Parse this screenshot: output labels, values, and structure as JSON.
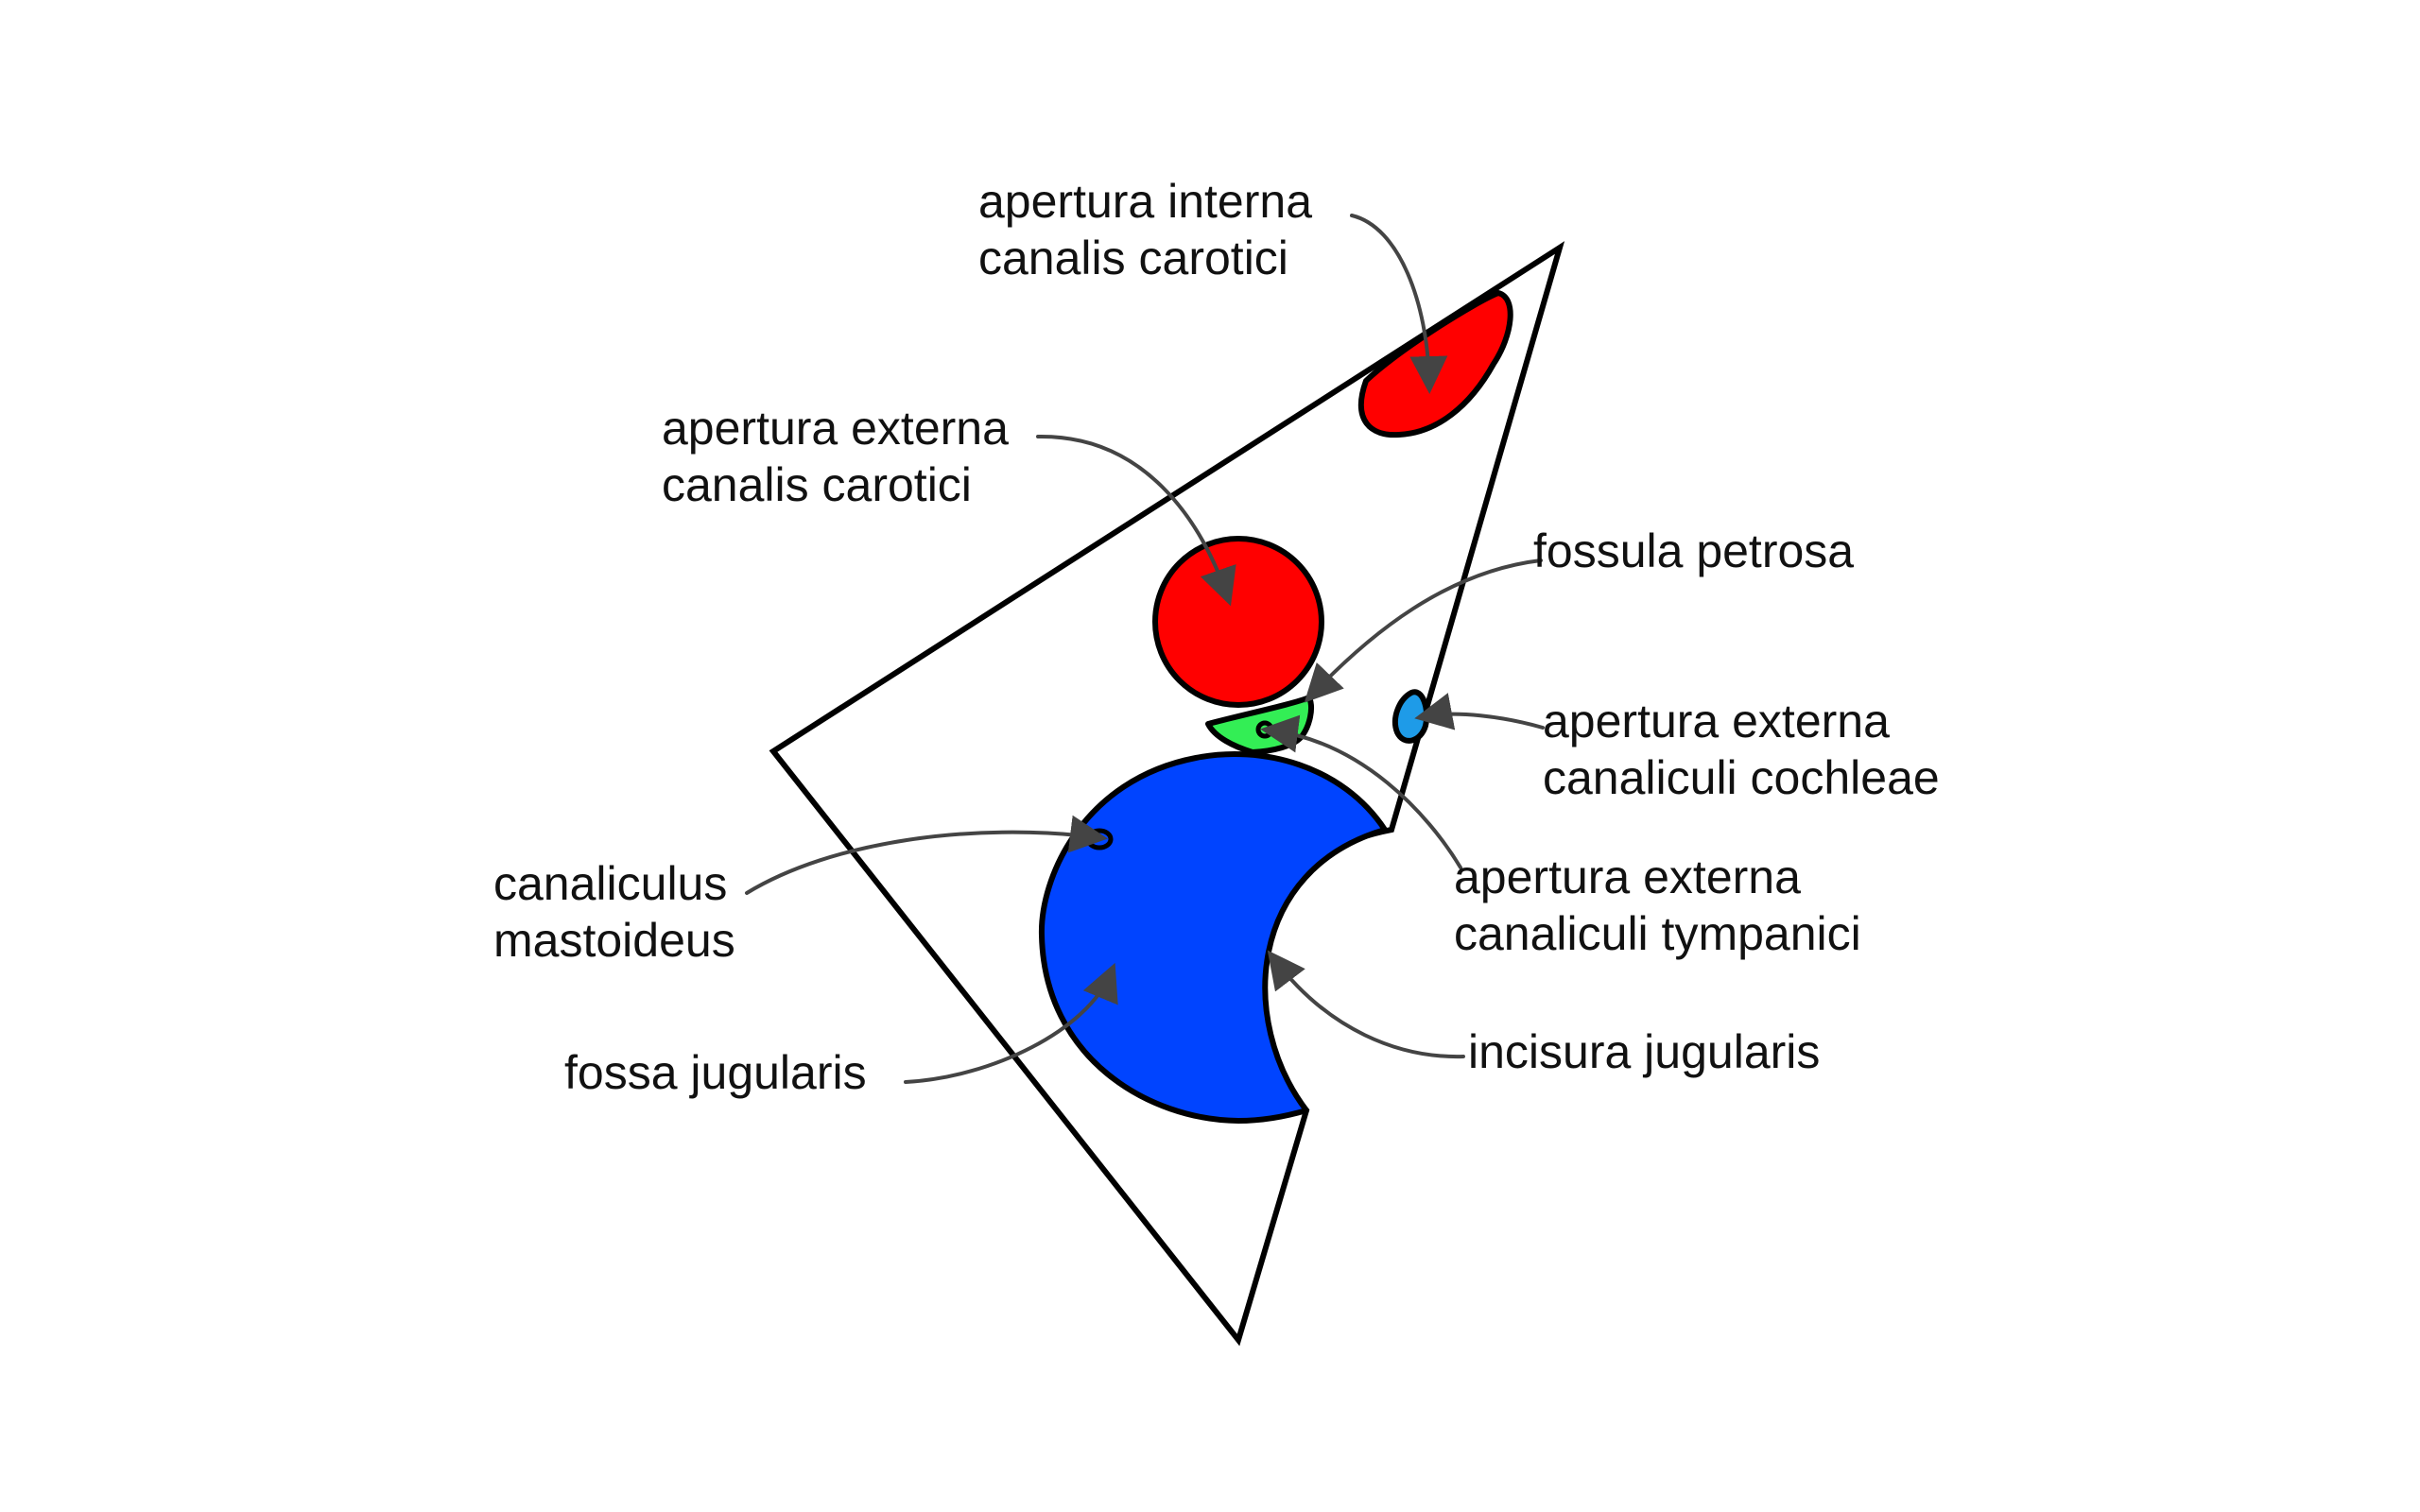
{
  "colors": {
    "carotid_red": "#ff0000",
    "jugular_blue": "#0044ff",
    "petrosa_green": "#33ee55",
    "cochleae_blue": "#1e9be8",
    "outline": "#000000",
    "leader": "#444444"
  },
  "labels": {
    "apertura_interna_canalis_carotici": [
      "apertura interna",
      "canalis carotici"
    ],
    "apertura_externa_canalis_carotici": [
      "apertura externa",
      "canalis carotici"
    ],
    "fossula_petrosa": [
      "fossula petrosa"
    ],
    "apertura_externa_canaliculi_cochleae": [
      "apertura externa",
      "canaliculi cochleae"
    ],
    "apertura_externa_canaliculi_tympanici": [
      "apertura externa",
      "canaliculi tympanici"
    ],
    "canaliculus_mastoideus": [
      "canaliculus",
      "mastoideus"
    ],
    "fossa_jugularis": [
      "fossa jugularis"
    ],
    "incisura_jugularis": [
      "incisura jugularis"
    ]
  }
}
